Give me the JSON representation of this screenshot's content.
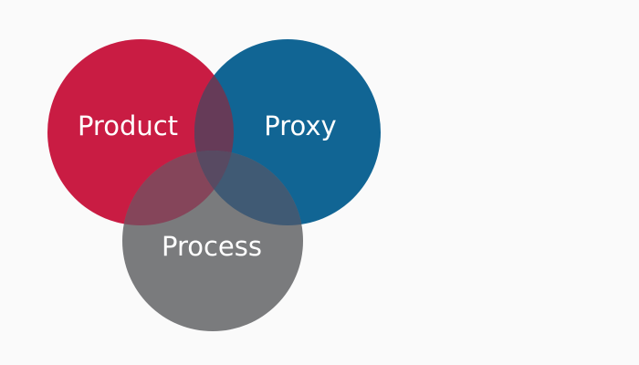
{
  "diagram": {
    "type": "venn",
    "sets": [
      {
        "label": "Product",
        "color": "#C91C43"
      },
      {
        "label": "Proxy",
        "color": "#116594"
      },
      {
        "label": "Process",
        "color": "#7A7B7D"
      }
    ],
    "overlap_colors": {
      "product_proxy": "#663B58",
      "product_process": "#85455A",
      "proxy_process": "#405A74",
      "all": "#584A62"
    }
  }
}
